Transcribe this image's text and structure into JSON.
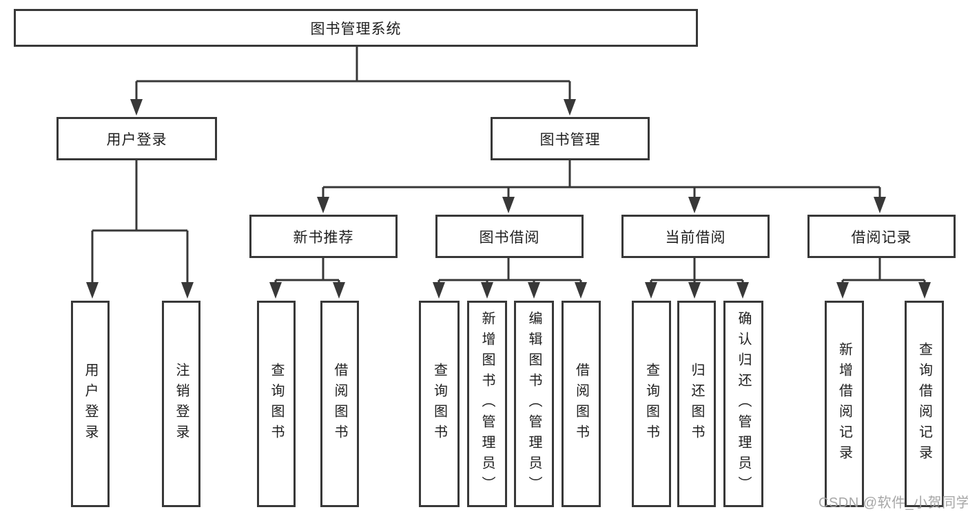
{
  "colors": {
    "line": "#383838",
    "box_border": "#383838",
    "text": "#1f1f1f",
    "watermark_text": "#9e9e9e",
    "background": "#ffffff"
  },
  "watermark": "CSDN @软件_小贺同学",
  "nodes": {
    "root": "图书管理系统",
    "user_login": "用户登录",
    "book_mgmt": "图书管理",
    "new_book_rec": "新书推荐",
    "book_borrow": "图书借阅",
    "current_borrow": "当前借阅",
    "borrow_records": "借阅记录",
    "leaf_user_login": "用户登录",
    "leaf_logout": "注销登录",
    "leaf_query_books_1": "查询图书",
    "leaf_borrow_books_1": "借阅图书",
    "leaf_query_books_2": "查询图书",
    "leaf_add_books": "新增图书（管理员）",
    "leaf_edit_books": "编辑图书（管理员）",
    "leaf_borrow_books_2": "借阅图书",
    "leaf_query_books_3": "查询图书",
    "leaf_return_books": "归还图书",
    "leaf_confirm_return": "确认归还（管理员）",
    "leaf_add_record": "新增借阅记录",
    "leaf_query_record": "查询借阅记录"
  },
  "hierarchy": {
    "图书管理系统": {
      "用户登录": [
        "用户登录",
        "注销登录"
      ],
      "图书管理": {
        "新书推荐": [
          "查询图书",
          "借阅图书"
        ],
        "图书借阅": [
          "查询图书",
          "新增图书（管理员）",
          "编辑图书（管理员）",
          "借阅图书"
        ],
        "当前借阅": [
          "查询图书",
          "归还图书",
          "确认归还（管理员）"
        ],
        "借阅记录": [
          "新增借阅记录",
          "查询借阅记录"
        ]
      }
    }
  }
}
